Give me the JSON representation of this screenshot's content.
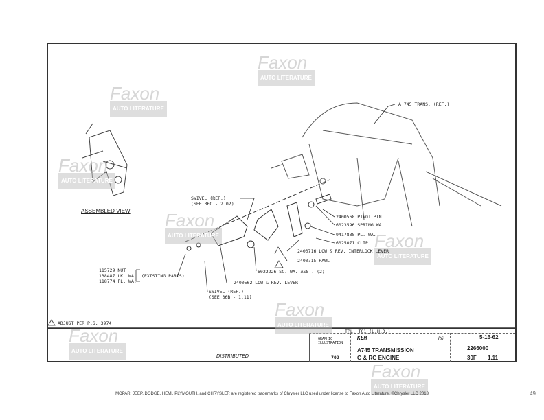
{
  "drawing": {
    "labels": {
      "trans": "A 745 TRANS. (REF.)",
      "swivel_top": "SWIVEL (REF.)\n(SEE 36C - 2.02)",
      "pivot_pin": "2400568 PIVOT PIN",
      "spring_wa": "6023596 SPRING WA.",
      "pl_wa": "9417838 PL. WA.",
      "clip": "6025071 CLIP",
      "interlock": "2400716 LOW & REV. INTERLOCK LEVER",
      "pawl": "2400715 PAWL",
      "sc_wa": "6022226 SC. WA. ASST. (2)",
      "lever": "2400562 LOW & REV. LEVER",
      "swivel_bottom": "SWIVEL (REF.)\n(SEE 36B - 1.11)",
      "existing_parts_list": "115729 NUT\n138487 LK. WA.\n118774 PL. WA.",
      "existing_parts": "(EXISTING PARTS)",
      "assembled_view": "ASSEMBLED VIEW",
      "adjust_note": "ADJUST PER P.S. 3974"
    }
  },
  "title_block": {
    "model": "TPL, T01 (L.H.D.)",
    "graphic": "GRAPHIC\nILLUSTRATION",
    "num": "702",
    "initials": "KEM",
    "rg": "RG",
    "distributed": "DISTRIBUTED",
    "title1": "A745 TRANSMISSION",
    "title2": "G & RG ENGINE",
    "date": "5-16-62",
    "part": "2266000",
    "section": "30F",
    "page_ref": "1.11"
  },
  "watermark": {
    "brand": "Faxon",
    "sub": "AUTO LITERATURE"
  },
  "footer": "MOPAR, JEEP, DODGE, HEMI, PLYMOUTH, and CHRYSLER are registered trademarks of Chrysler LLC used under license to Faxon Auto Literature. ©Chrysler LLC 2018",
  "page_number": "49"
}
